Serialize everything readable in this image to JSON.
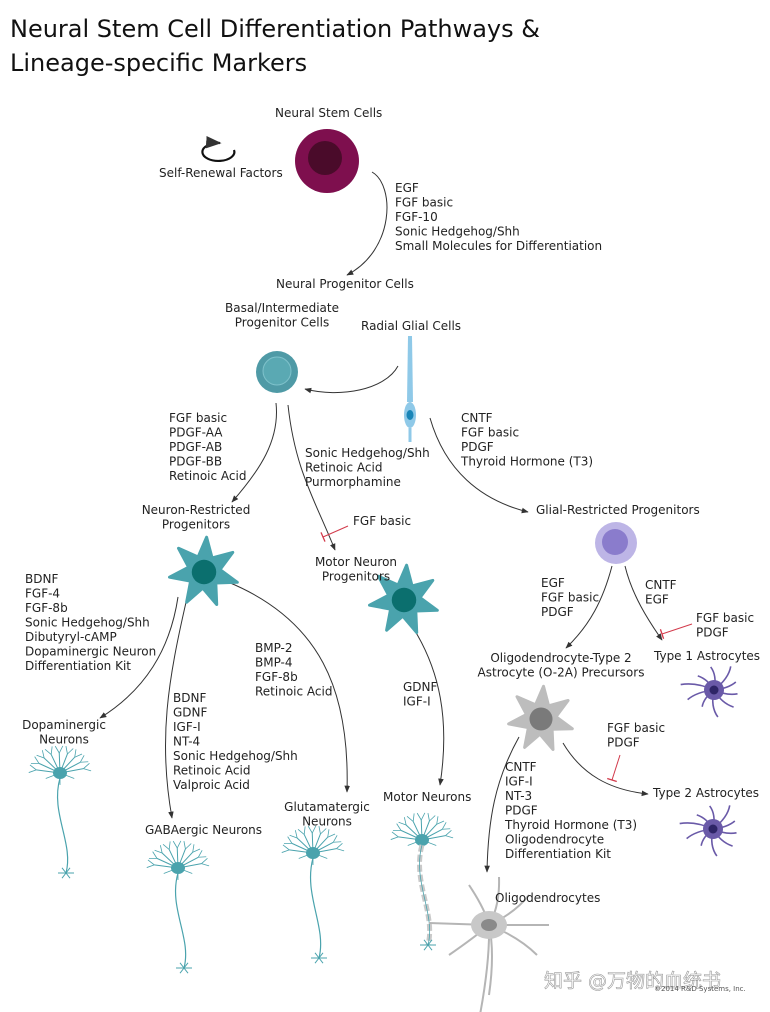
{
  "title": {
    "line1": "Neural Stem Cell Differentiation Pathways &",
    "line2": "Lineage-specific Markers"
  },
  "colors": {
    "stem": "#7e0f4e",
    "stem_core": "#4a0b2a",
    "progenitor": "#4f9aa6",
    "teal_cell": "#4aa3ad",
    "teal_nucleus": "#0b6f6e",
    "radial_glia": "#8fc9e8",
    "radial_nucleus": "#1a86b8",
    "glial_progenitor": "#bdb5e6",
    "glial_core": "#8a7ccc",
    "astrocyte": "#6a5aa8",
    "oligo": "#9a9a9a",
    "neuron": "#4aa3ad",
    "arrow": "#333333",
    "inhibit": "#d23a4b"
  },
  "labels": {
    "neural_stem_cells": "Neural Stem Cells",
    "self_renewal": "Self-Renewal Factors",
    "neural_progenitor_cells": "Neural Progenitor Cells",
    "basal_progenitor": [
      "Basal/Intermediate",
      "Progenitor Cells"
    ],
    "radial_glial_cells": "Radial Glial Cells",
    "neuron_restricted": [
      "Neuron-Restricted",
      "Progenitors"
    ],
    "motor_neuron_progenitors": [
      "Motor Neuron",
      "Progenitors"
    ],
    "glial_restricted": "Glial-Restricted Progenitors",
    "o2a_precursors": [
      "Oligodendrocyte-Type 2",
      "Astrocyte (O-2A) Precursors"
    ],
    "type1_astrocytes": "Type 1 Astrocytes",
    "type2_astrocytes": "Type 2 Astrocytes",
    "dopaminergic": [
      "Dopaminergic",
      "Neurons"
    ],
    "gabaergic": "GABAergic Neurons",
    "glutamatergic": [
      "Glutamatergic",
      "Neurons"
    ],
    "motor_neurons": "Motor Neurons",
    "oligodendrocytes": "Oligodendrocytes",
    "watermark": "知乎 @万物的血统书",
    "copyright": "©2014 R&D Systems, Inc."
  },
  "factors": {
    "stem_to_progenitor": [
      "EGF",
      "FGF basic",
      "FGF-10",
      "Sonic Hedgehog/Shh",
      "Small Molecules for Differentiation"
    ],
    "basal_to_neuron_restricted": [
      "FGF basic",
      "PDGF-AA",
      "PDGF-AB",
      "PDGF-BB",
      "Retinoic Acid"
    ],
    "basal_to_motor": [
      "Sonic Hedgehog/Shh",
      "Retinoic Acid",
      "Purmorphamine"
    ],
    "motor_inhibit": "FGF basic",
    "radial_to_glial": [
      "CNTF",
      "FGF basic",
      "PDGF",
      "Thyroid Hormone (T3)"
    ],
    "to_dopaminergic": [
      "BDNF",
      "FGF-4",
      "FGF-8b",
      "Sonic Hedgehog/Shh",
      "Dibutyryl-cAMP",
      "Dopaminergic Neuron",
      "Differentiation Kit"
    ],
    "to_gabaergic": [
      "BDNF",
      "GDNF",
      "IGF-I",
      "NT-4",
      "Sonic Hedgehog/Shh",
      "Retinoic Acid",
      "Valproic Acid"
    ],
    "to_glutamatergic": [
      "BMP-2",
      "BMP-4",
      "FGF-8b",
      "Retinoic Acid"
    ],
    "to_motor_neurons": [
      "GDNF",
      "IGF-I"
    ],
    "to_o2a": [
      "EGF",
      "FGF basic",
      "PDGF"
    ],
    "to_type1": [
      "CNTF",
      "EGF"
    ],
    "type1_inhibit": [
      "FGF basic",
      "PDGF"
    ],
    "type2_inhibit": [
      "FGF basic",
      "PDGF"
    ],
    "to_oligodendrocytes": [
      "CNTF",
      "IGF-I",
      "NT-3",
      "PDGF",
      "Thyroid Hormone (T3)",
      "Oligodendrocyte",
      "Differentiation Kit"
    ]
  }
}
